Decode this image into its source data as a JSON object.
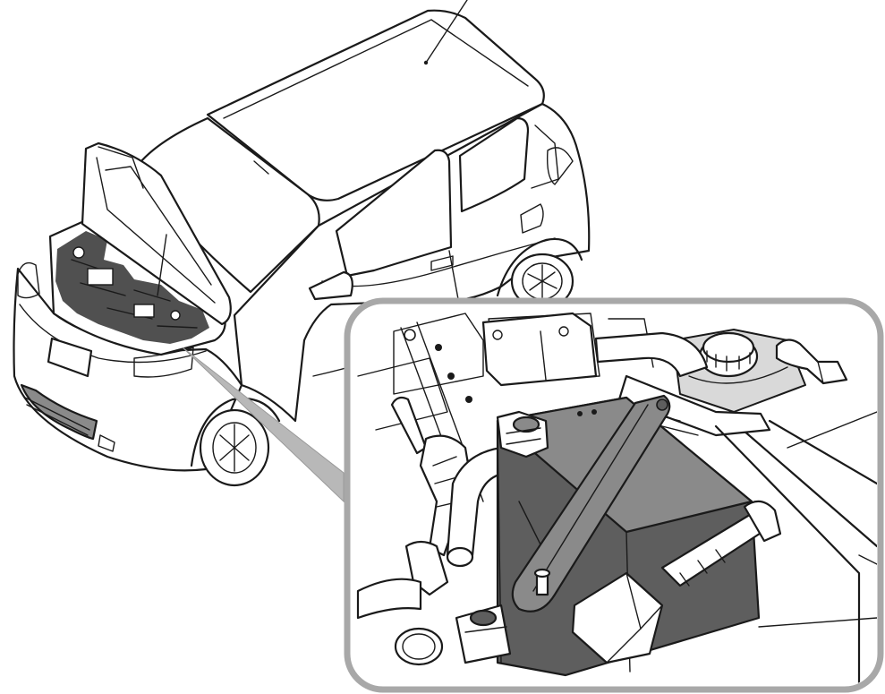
{
  "figure": {
    "caption": "",
    "components": [
      "vehicle",
      "open-hood",
      "engine-compartment",
      "detail-inset",
      "battery",
      "battery-hold-down-clamp",
      "positive-terminal",
      "negative-terminal",
      "reservoir-cap",
      "fuse-cover"
    ]
  }
}
